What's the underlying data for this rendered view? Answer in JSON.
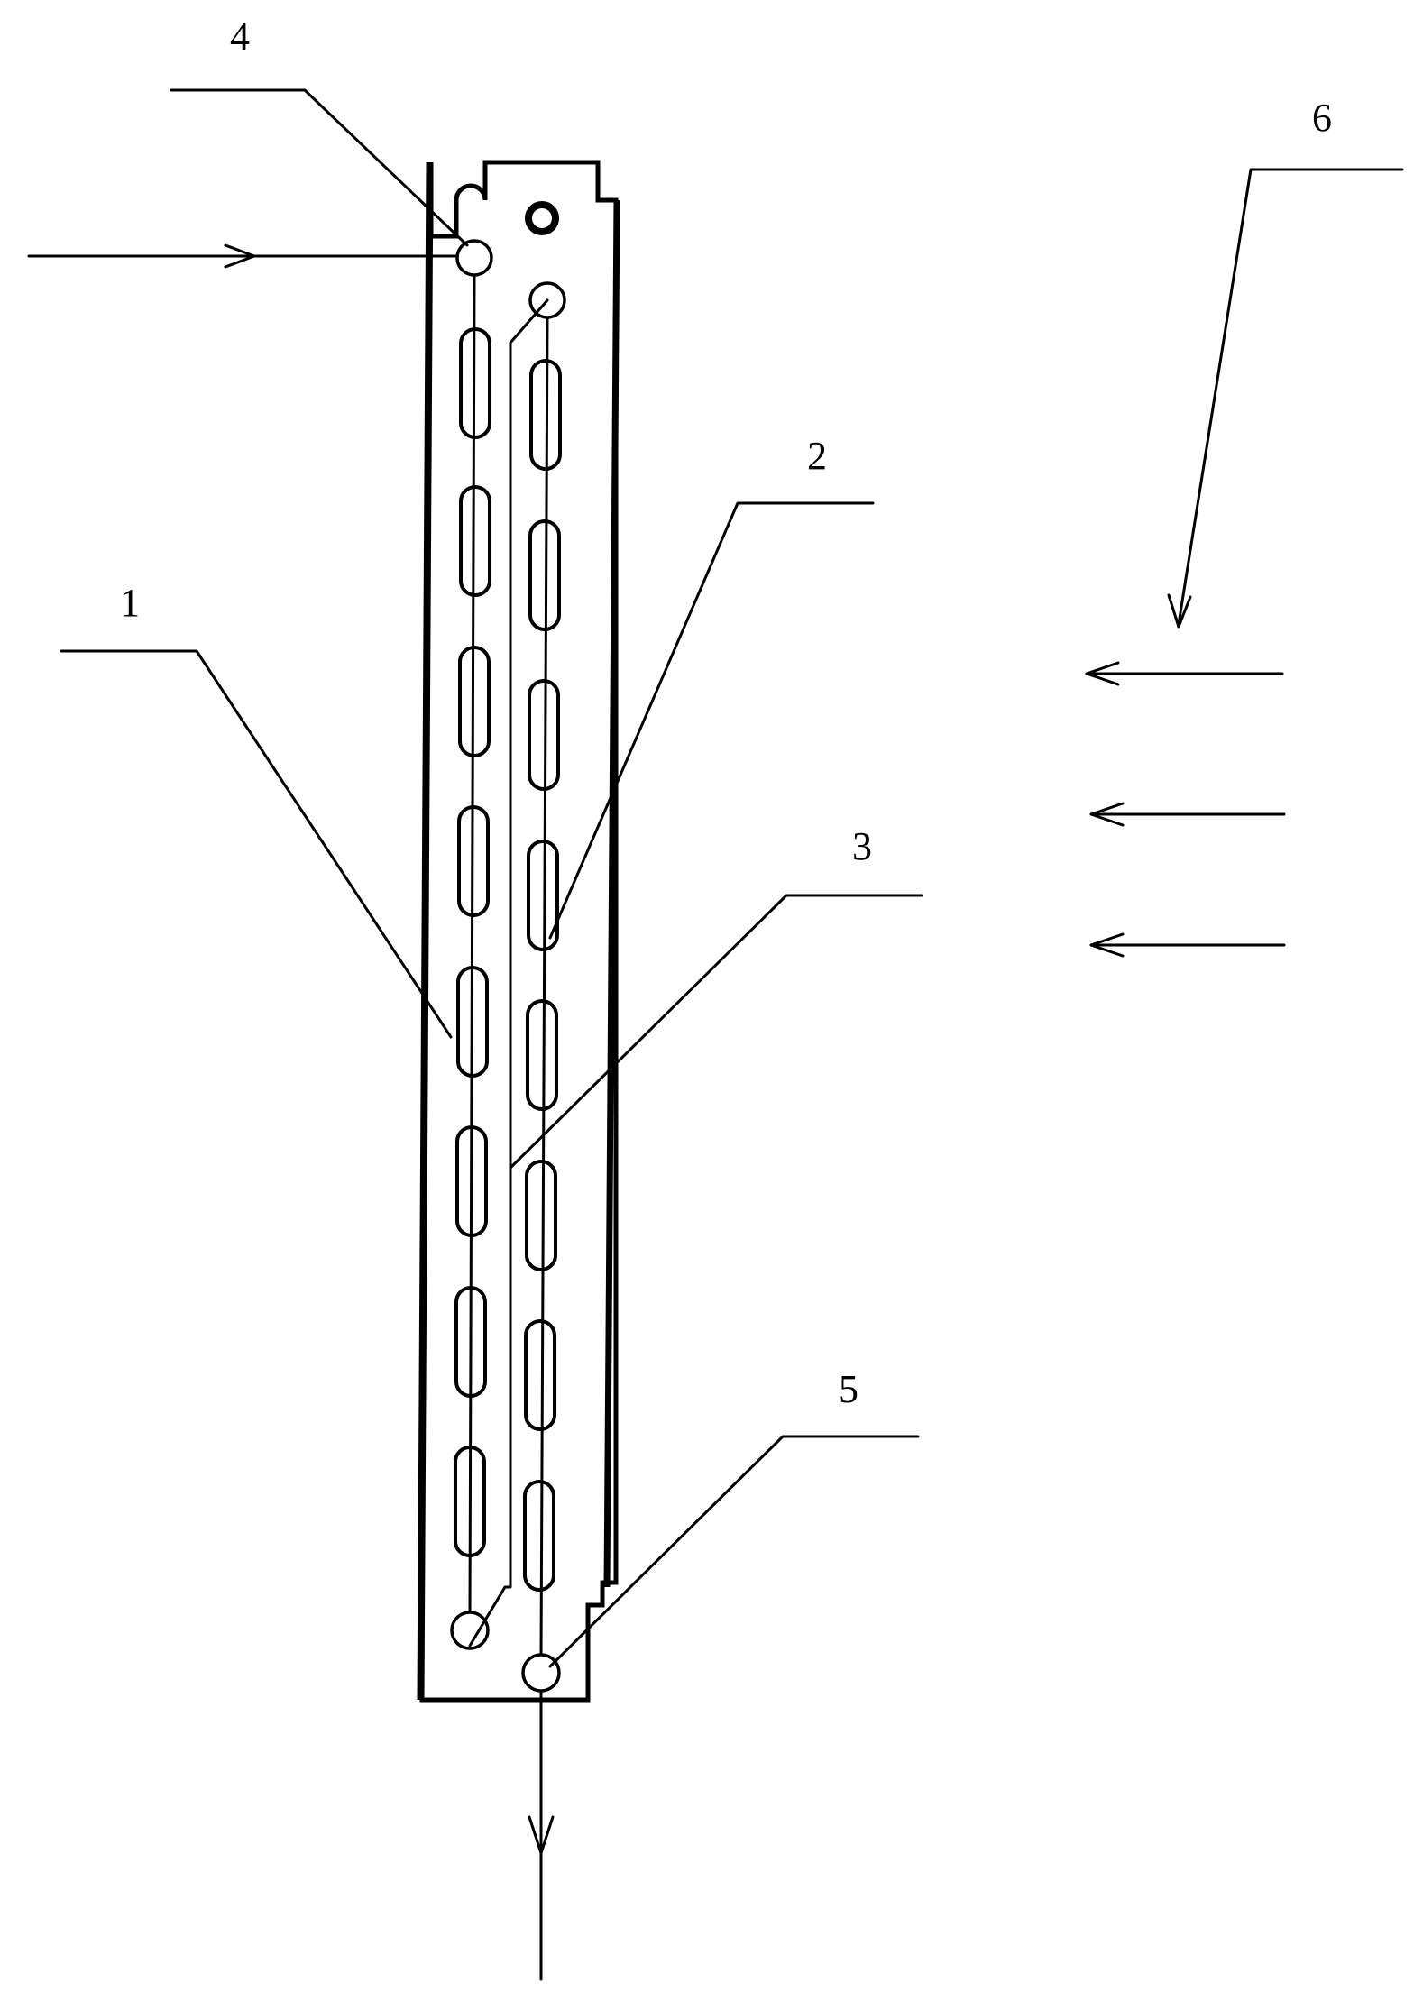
{
  "labels": [
    {
      "id": "1",
      "text": "1"
    },
    {
      "id": "2",
      "text": "2"
    },
    {
      "id": "3",
      "text": "3"
    },
    {
      "id": "4",
      "text": "4"
    },
    {
      "id": "5",
      "text": "5"
    },
    {
      "id": "6",
      "text": "6"
    }
  ],
  "colors": {
    "line": "#000000",
    "background": "#ffffff"
  }
}
